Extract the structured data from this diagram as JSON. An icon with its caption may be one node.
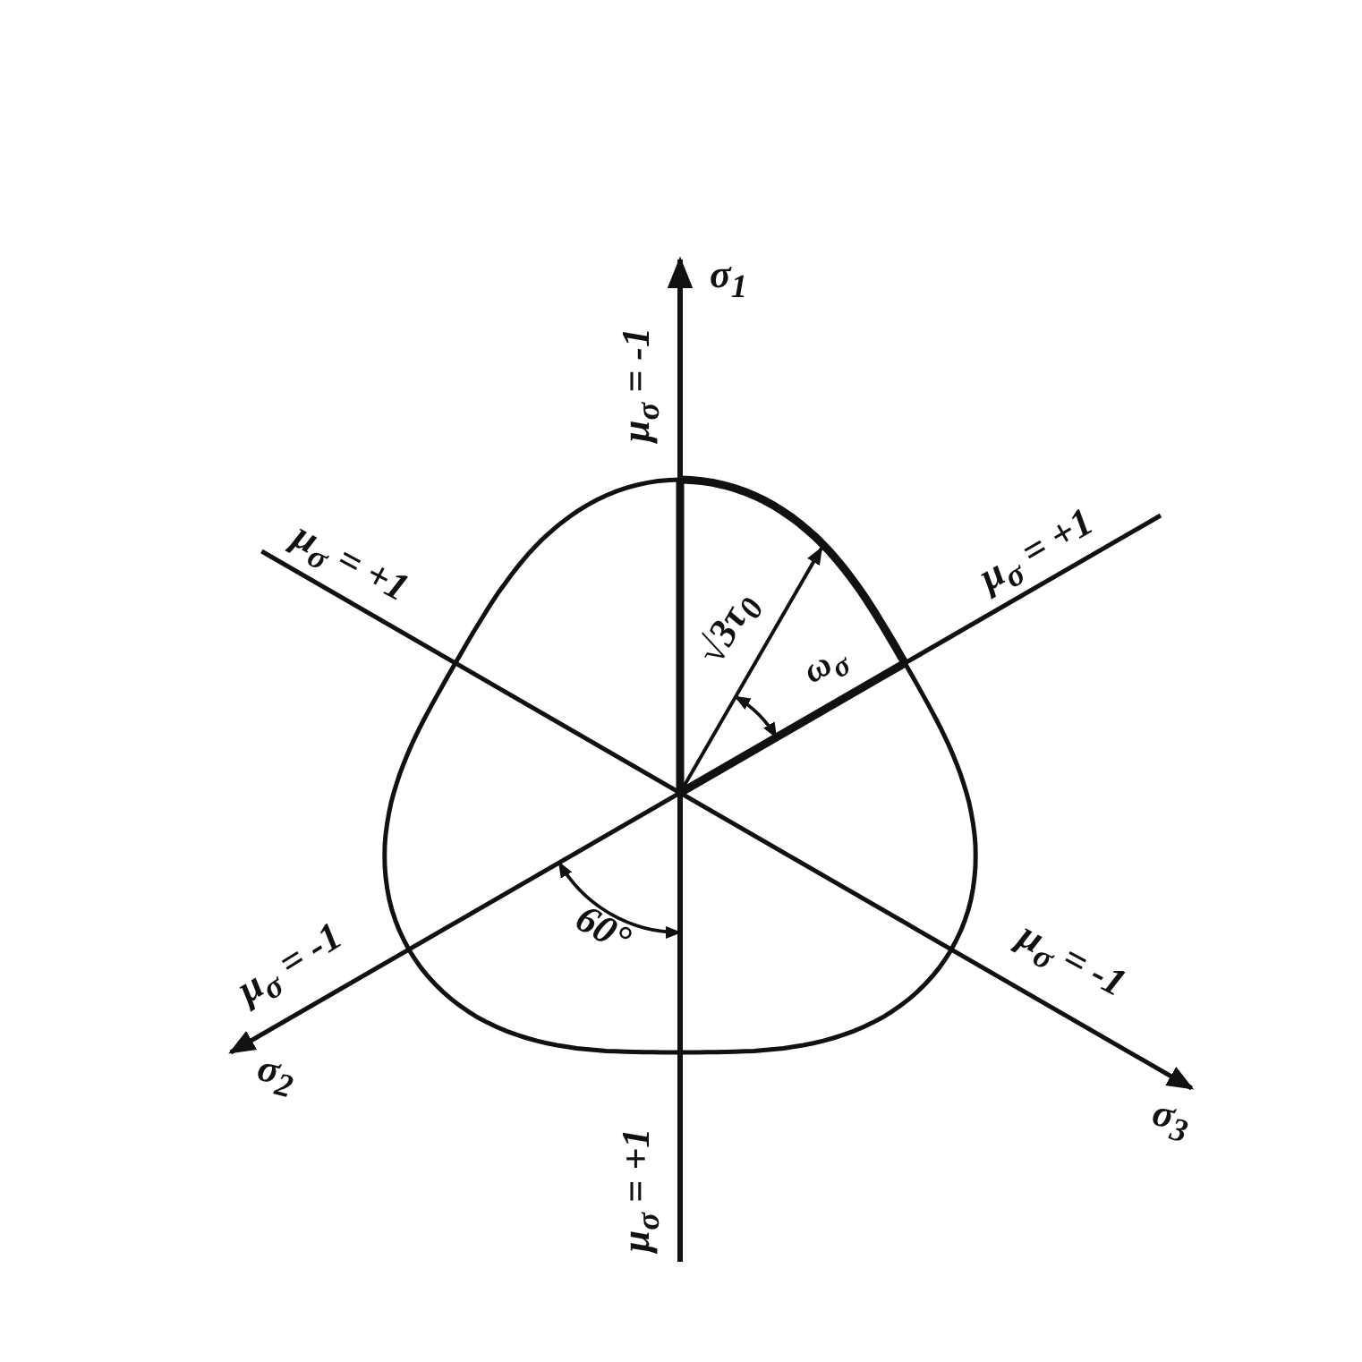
{
  "diagram": {
    "labels": [
      "σ$_{1}$",
      "μ$_{σ}$ = -1",
      "μ$_{σ}$ = +1",
      "√3τ$_{0}$",
      "μ$_{σ}$ = +1",
      "ω$_{σ}$",
      "60°",
      "μ$_{σ}$ = -1",
      "μ$_{σ}$ = -1",
      "σ$_{2}$",
      "σ$_{3}$",
      "μ$_{σ}$ = +1"
    ]
  }
}
